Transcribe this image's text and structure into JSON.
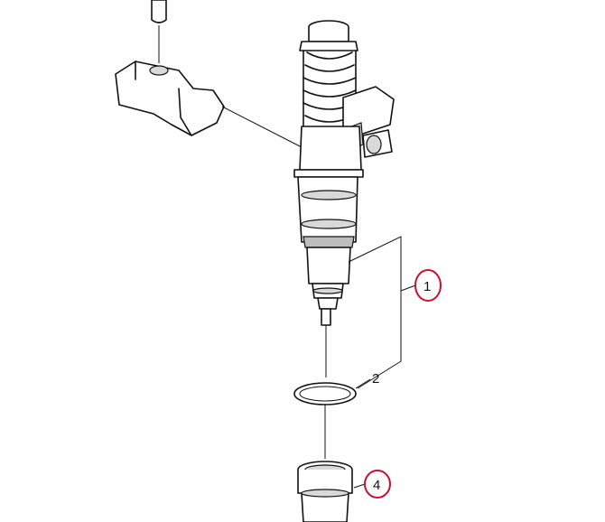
{
  "diagram": {
    "callouts": [
      {
        "id": "1",
        "label": "1",
        "highlighted": true
      },
      {
        "id": "2",
        "label": "2",
        "highlighted": false
      },
      {
        "id": "4",
        "label": "4",
        "highlighted": true
      }
    ],
    "colors": {
      "highlight": "#c8102e",
      "line": "#111111",
      "shade": "#d9d9d9"
    }
  }
}
